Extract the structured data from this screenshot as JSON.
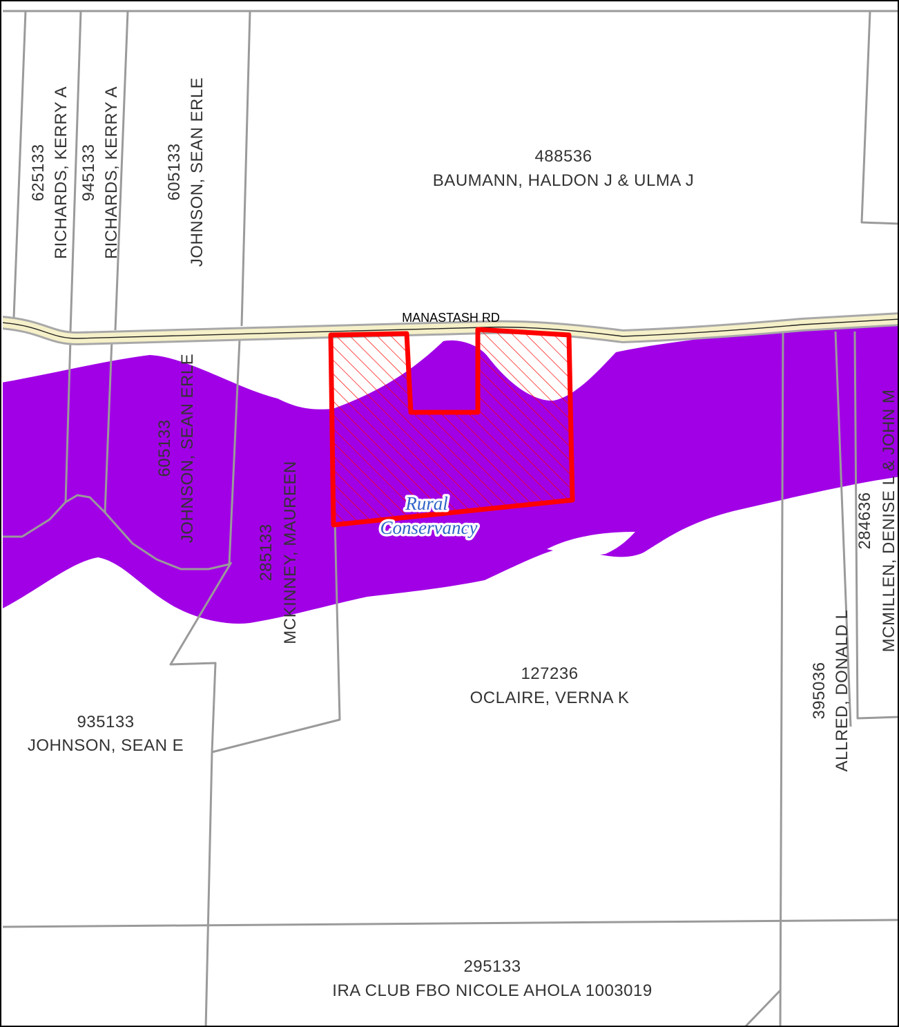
{
  "map": {
    "road_name": "MANASTASH RD",
    "zone_label": [
      "Rural",
      "Conservancy"
    ],
    "colors": {
      "zone_fill": "#a100e6",
      "parcel_line": "#9a9a9a",
      "subject_outline": "#ff0000",
      "road_fill": "#f5f0c8",
      "zone_label": "#2f63c9"
    },
    "parcels": [
      {
        "id": "488536",
        "owner": "BAUMANN, HALDON J & ULMA J"
      },
      {
        "id": "625133",
        "owner": "RICHARDS, KERRY A"
      },
      {
        "id": "945133",
        "owner": "RICHARDS, KERRY A"
      },
      {
        "id": "605133",
        "owner": "JOHNSON, SEAN ERLE"
      },
      {
        "id": "605133",
        "owner": "JOHNSON, SEAN ERLE"
      },
      {
        "id": "285133",
        "owner": "MCKINNEY, MAUREEN"
      },
      {
        "id": "127236",
        "owner": "OCLAIRE, VERNA K"
      },
      {
        "id": "935133",
        "owner": "JOHNSON, SEAN E"
      },
      {
        "id": "395036",
        "owner": "ALLRED, DONALD L"
      },
      {
        "id": "284636",
        "owner": "MCMILLEN, DENISE L & JOHN M"
      },
      {
        "id": "295133",
        "owner": "IRA CLUB FBO NICOLE AHOLA 1003019"
      }
    ]
  }
}
